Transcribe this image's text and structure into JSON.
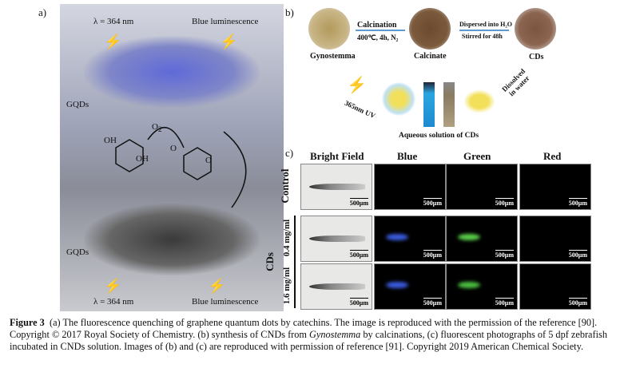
{
  "panel_a": {
    "label": "a)",
    "lambda_top": "λ = 364 nm",
    "lum_top": "Blue luminescence",
    "gqds_top": "GQDs",
    "o2": "O",
    "o2_sub": "2",
    "oh1": "OH",
    "oh2": "OH",
    "o1": "O",
    "o2b": "O",
    "gqds_bottom": "GQDs",
    "lambda_bottom": "λ = 364 nm",
    "lum_bottom": "Blue luminescence"
  },
  "panel_b": {
    "label": "b)",
    "step1_top": "Calcination",
    "step1_bottom": "400℃, 4h, N₂",
    "step2_top": "Dispersed into H₂O",
    "step2_bottom": "Stirred for 48h",
    "gynostemma": "Gynostemma",
    "calcinate": "Calcinate",
    "cds": "CDs",
    "dissolved": "Dissolved",
    "in_water": "in water",
    "uv": "365nm UV",
    "aqueous": "Aqueous solution of CDs"
  },
  "panel_c": {
    "label": "c)",
    "columns": [
      "Bright Field",
      "Blue",
      "Green",
      "Red"
    ],
    "row_labels": {
      "control": "Control",
      "cds": "CDs",
      "r1": "0.4 mg/ml",
      "r2": "1.6 mg/ml"
    },
    "scale": "500μm"
  },
  "caption": {
    "fig": "Figure 3",
    "a": "(a)",
    "t1": " The fluorescence quenching of graphene quantum dots by catechins. The image is reproduced with the permission of the reference [90]. Copyright © 2017 Royal Society of Chemistry. ",
    "b": "(b)",
    "t2": " synthesis of CNDs from ",
    "gyn": "Gynostemma",
    "t3": " by calcinations, ",
    "c": "(c)",
    "t4": " fluorescent photographs of 5 dpf zebrafish incubated in CNDs solution. Images of (b) and (c) are reproduced with permission of reference [91]. Copyright 2019 American Chemical Society."
  }
}
